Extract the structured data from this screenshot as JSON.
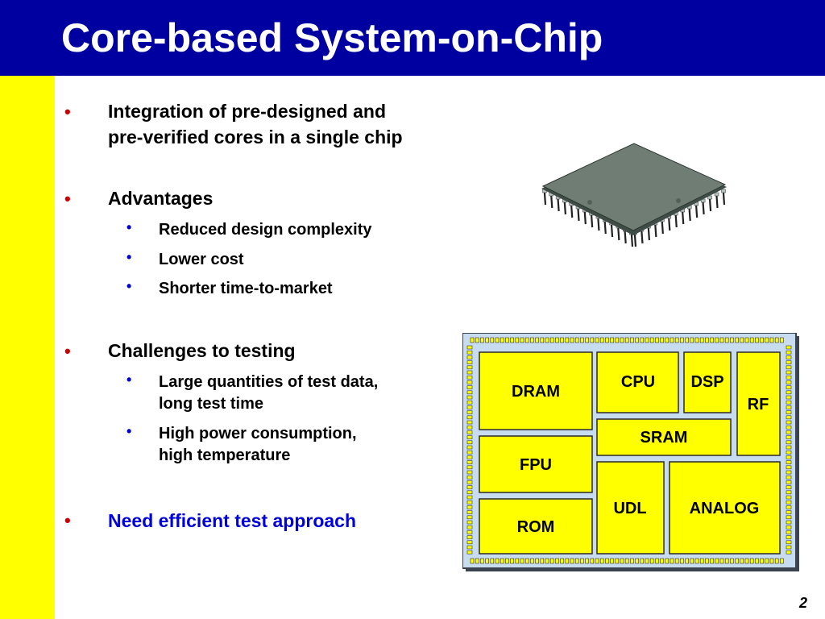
{
  "slide": {
    "title": "Core-based System-on-Chip",
    "page_number": "2"
  },
  "bullets": {
    "integration": {
      "line1": "Integration of pre-designed and",
      "line2": "pre-verified cores in a single chip"
    },
    "advantages": {
      "label": "Advantages",
      "items": [
        "Reduced design complexity",
        "Lower cost",
        "Shorter time-to-market"
      ]
    },
    "challenges": {
      "label": "Challenges to testing",
      "item1": {
        "line1": "Large quantities of test data,",
        "line2": "long test time"
      },
      "item2": {
        "line1": "High power consumption,",
        "line2": "high temperature"
      }
    },
    "conclusion": "Need efficient test approach"
  },
  "soc_diagram": {
    "blocks": [
      "DRAM",
      "CPU",
      "DSP",
      "RF",
      "SRAM",
      "FPU",
      "UDL",
      "ANALOG",
      "ROM"
    ]
  },
  "colors": {
    "title_bar": "#0000a0",
    "accent_strip": "#ffff00",
    "bullet_red": "#cc0000",
    "emphasis_blue": "#0000dd",
    "core_fill": "#ffff00",
    "soc_fill": "#c8dcf0"
  }
}
